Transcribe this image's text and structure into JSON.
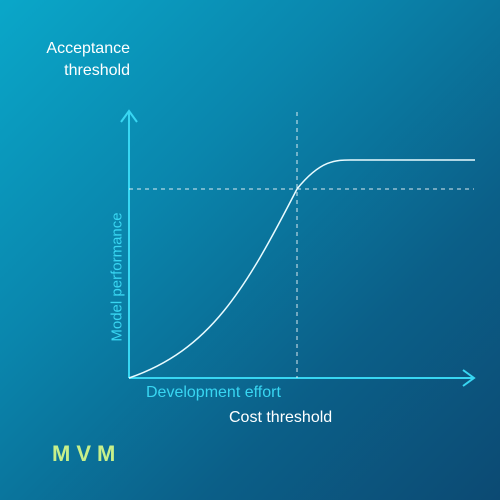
{
  "diagram": {
    "acceptance_threshold": [
      "Acceptance",
      "threshold"
    ],
    "y_axis_label": "Model performance",
    "x_axis_label": "Development effort",
    "cost_threshold": "Cost threshold",
    "logo": "MVM"
  },
  "colors": {
    "axis": "#38d6f2",
    "curve": "#e8fbff",
    "dashed": "#ffffff",
    "logo": "#c7f08a"
  }
}
